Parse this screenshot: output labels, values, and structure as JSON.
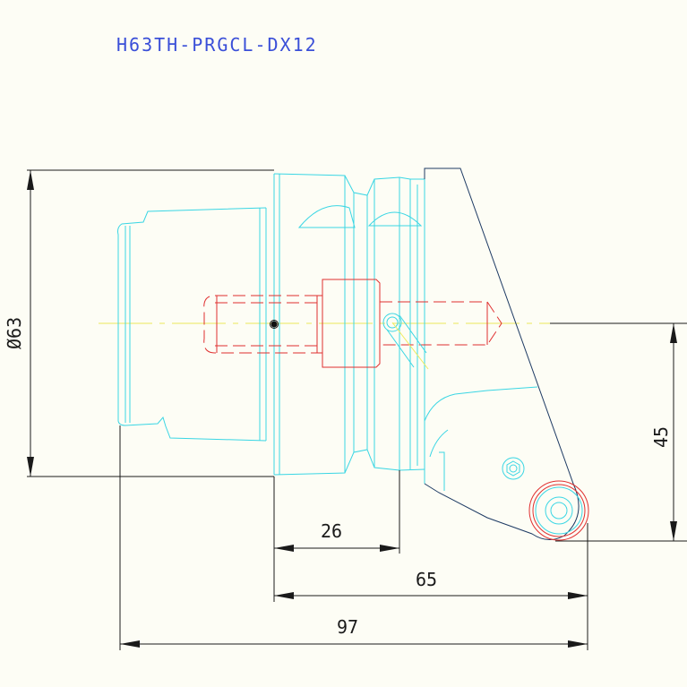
{
  "drawing": {
    "title": "H63TH-PRGCL-DX12",
    "title_color": "#3a4fd8"
  },
  "dimensions": {
    "diameter": "Ø63",
    "height": "45",
    "length_26": "26",
    "length_65": "65",
    "length_97": "97"
  },
  "colors": {
    "body_outline": "#3ad6e4",
    "insert_outline": "#1e3b64",
    "clamp_parts": "#e03030",
    "centerline": "#f0ec60",
    "dimension_lines": "#1a1a1a"
  }
}
